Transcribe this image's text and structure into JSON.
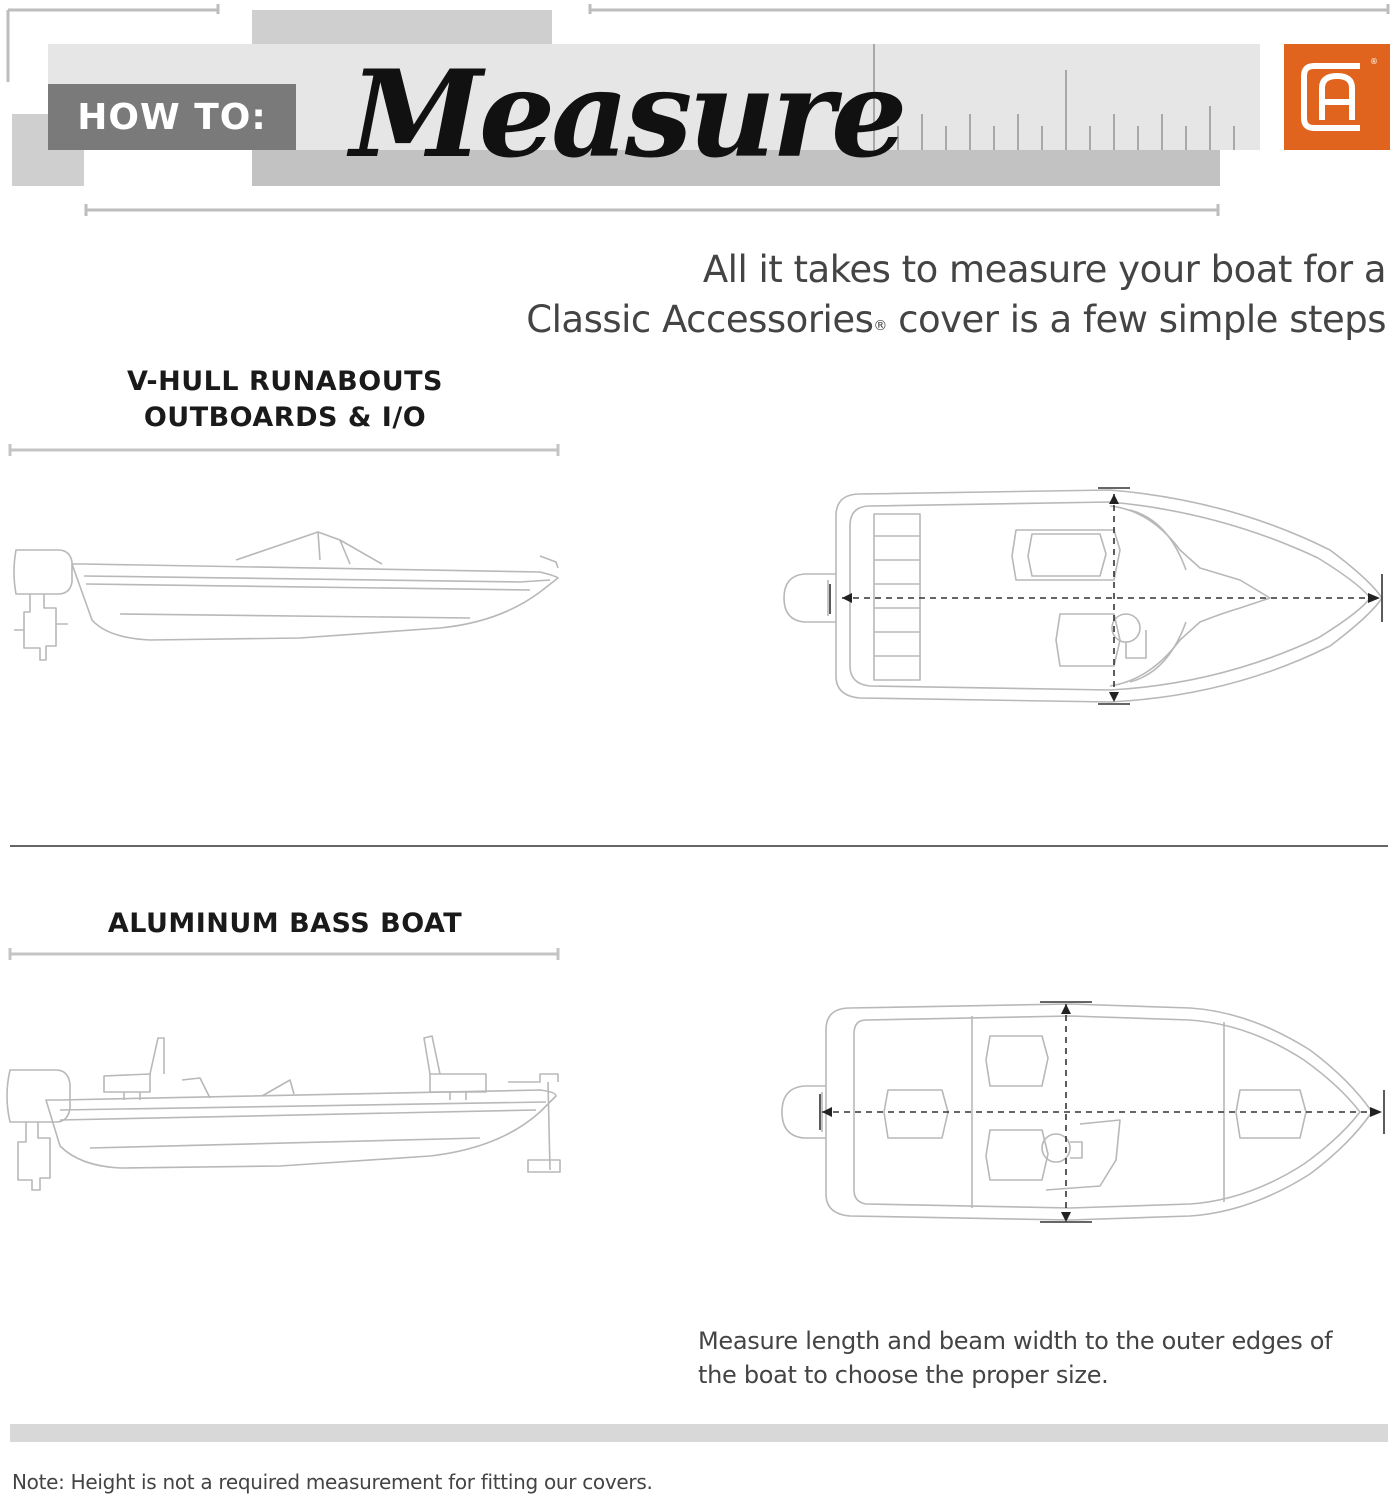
{
  "header": {
    "label": "HOW TO:",
    "title": "Measure",
    "logo_icon": "classic-accessories-ca-logo-icon",
    "logo_color": "#e0641e"
  },
  "intro": {
    "line1": "All it takes to measure your boat for a",
    "line2_a": "Classic Accessories",
    "line2_reg": "®",
    "line2_b": " cover is a few simple steps"
  },
  "sections": [
    {
      "title_line1": "V-HULL RUNABOUTS",
      "title_line2": "OUTBOARDS & I/O"
    },
    {
      "title_line1": "ALUMINUM BASS BOAT"
    }
  ],
  "note": {
    "line1": "Measure length and beam width to the outer edges of",
    "line2": "the boat to choose the proper size."
  },
  "footnote": "Note: Height is not a required measurement for fitting our covers.",
  "colors": {
    "accent": "#e0641e",
    "band_light": "#e3e3e3",
    "band_mid": "#c8c8c8",
    "box": "#7a7a7a"
  }
}
